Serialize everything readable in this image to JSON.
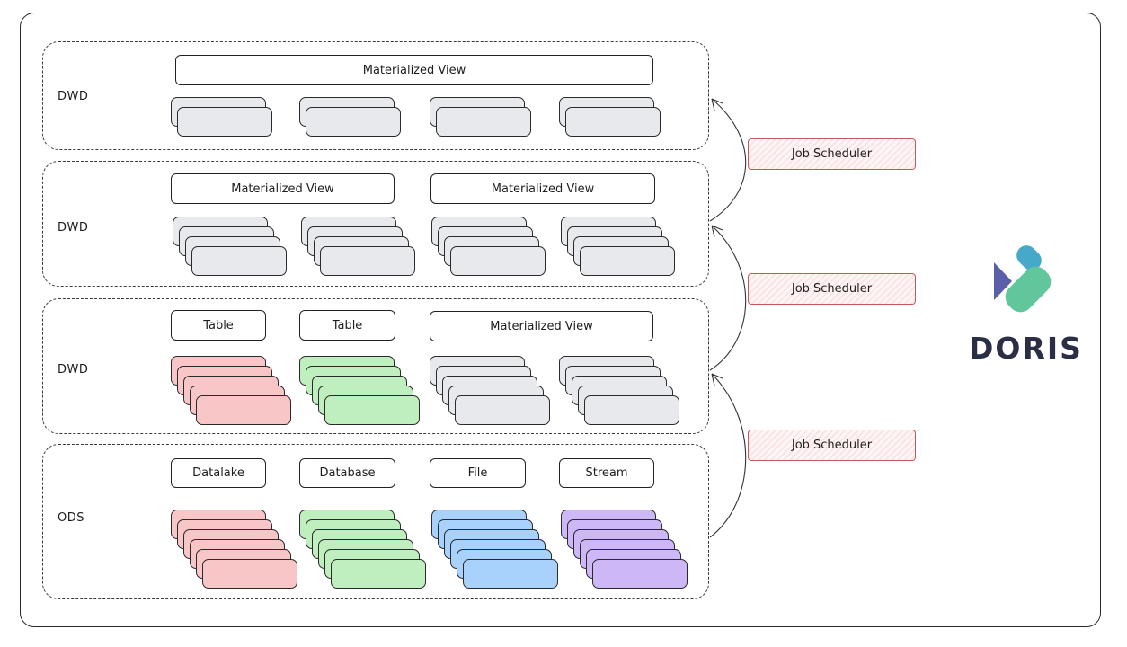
{
  "layers": [
    {
      "label": "DWD",
      "headers": [
        "Materialized View"
      ],
      "stacks": [
        {
          "color": "#e7e9ec",
          "cards": 2
        },
        {
          "color": "#e7e9ec",
          "cards": 2
        },
        {
          "color": "#e7e9ec",
          "cards": 2
        },
        {
          "color": "#e7e9ec",
          "cards": 2
        }
      ]
    },
    {
      "label": "DWD",
      "headers": [
        "Materialized View",
        "Materialized View"
      ],
      "stacks": [
        {
          "color": "#e7e9ec",
          "cards": 4
        },
        {
          "color": "#e7e9ec",
          "cards": 4
        },
        {
          "color": "#e7e9ec",
          "cards": 4
        },
        {
          "color": "#e7e9ec",
          "cards": 4
        }
      ]
    },
    {
      "label": "DWD",
      "headers": [
        "Table",
        "Table",
        "Materialized View"
      ],
      "stacks": [
        {
          "color": "#f8c6c6",
          "cards": 5
        },
        {
          "color": "#bfeebf",
          "cards": 5
        },
        {
          "color": "#e7e9ec",
          "cards": 5
        },
        {
          "color": "#e7e9ec",
          "cards": 5
        }
      ]
    },
    {
      "label": "ODS",
      "headers": [
        "Datalake",
        "Database",
        "File",
        "Stream"
      ],
      "stacks": [
        {
          "color": "#f8c6c6",
          "cards": 6
        },
        {
          "color": "#bfeebf",
          "cards": 6
        },
        {
          "color": "#a8d1fb",
          "cards": 6
        },
        {
          "color": "#cdb7f7",
          "cards": 6
        }
      ]
    }
  ],
  "schedulers": [
    "Job Scheduler",
    "Job Scheduler",
    "Job Scheduler"
  ],
  "logo": {
    "text": "DORIS",
    "colors": {
      "top": "#47a9c9",
      "left": "#5b5ea8",
      "right": "#62c69c"
    }
  }
}
